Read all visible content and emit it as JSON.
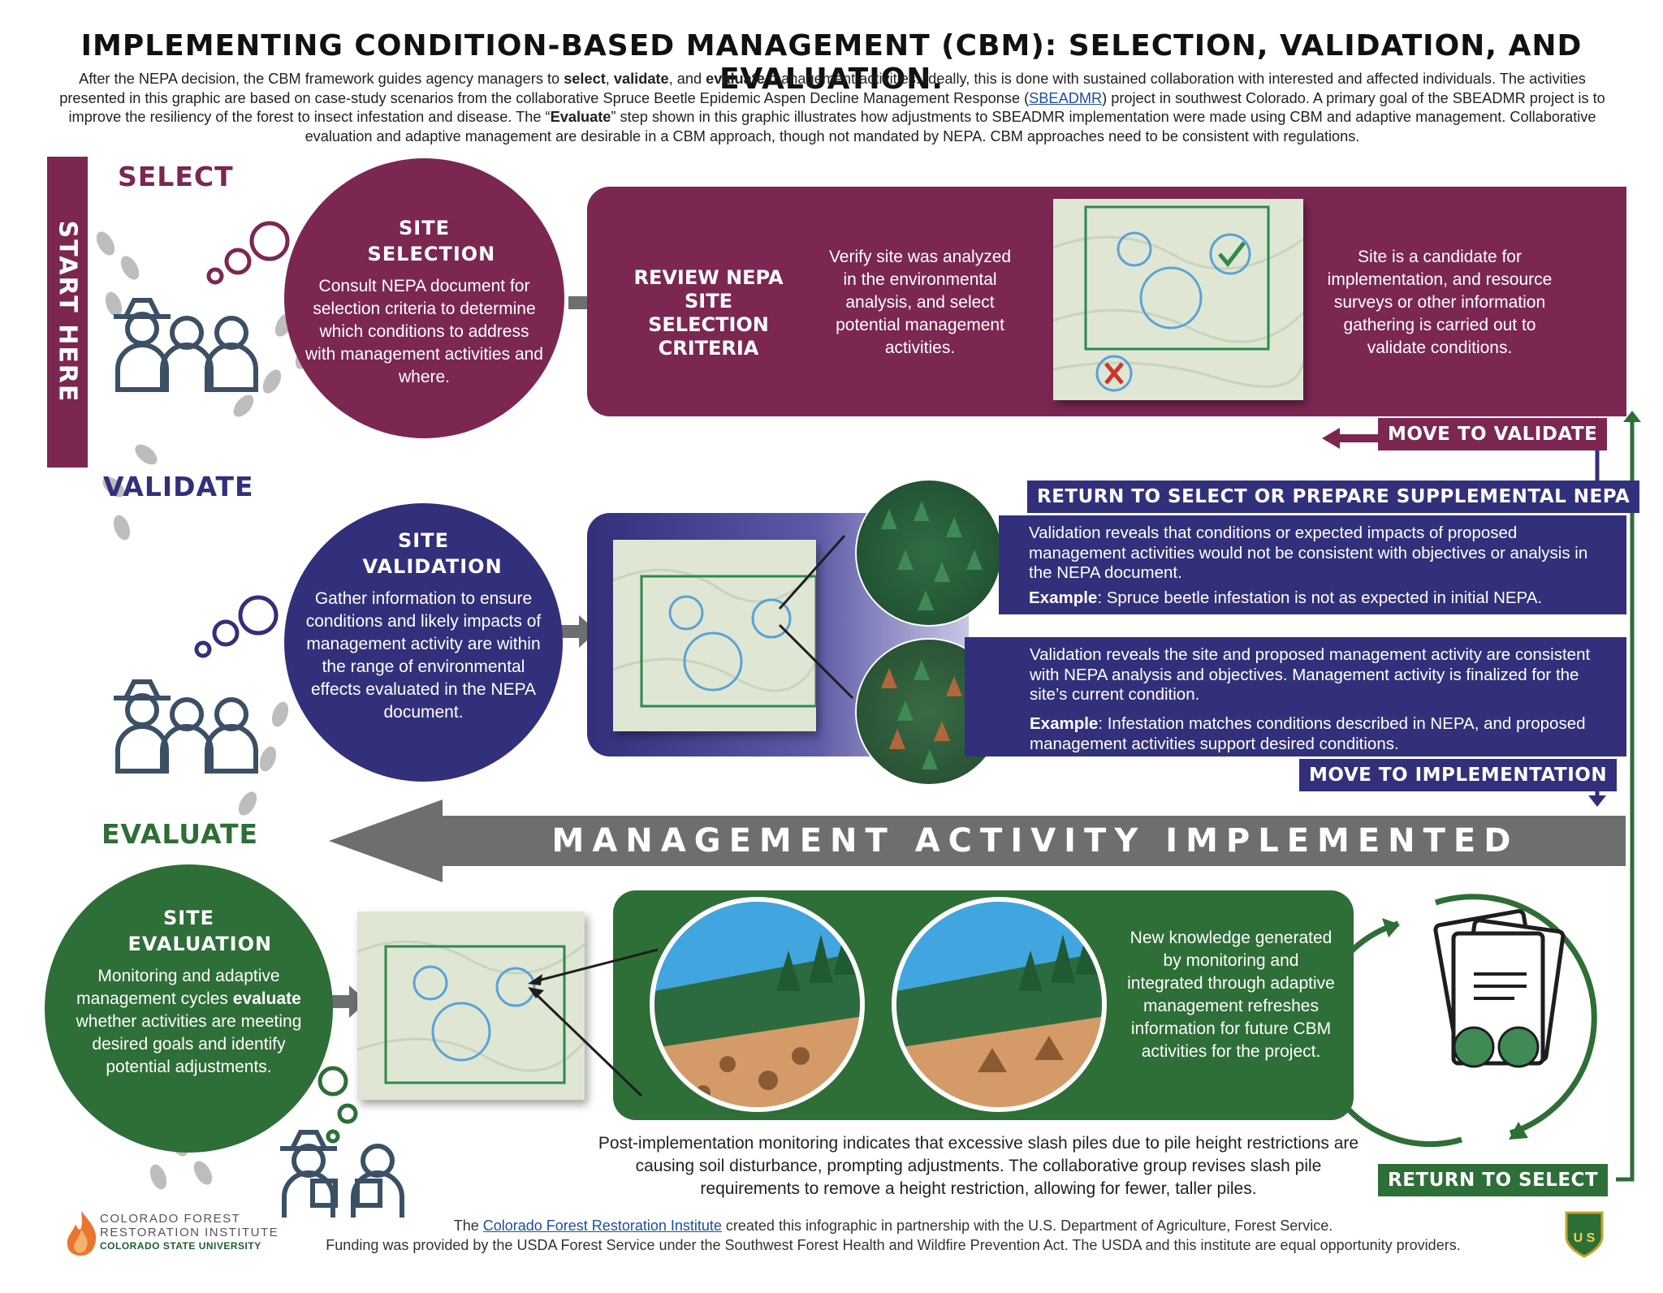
{
  "title": "IMPLEMENTING CONDITION-BASED MANAGEMENT (CBM): SELECTION, VALIDATION, AND EVALUATION.",
  "intro": {
    "p1": "After the NEPA decision, the CBM framework guides agency managers to ",
    "w_select": "select",
    "p2": ", ",
    "w_validate": "validate",
    "p3": ", and ",
    "w_evaluate": "evaluate",
    "p4": " management activities. Ideally, this is done with sustained collaboration with interested and affected individuals. The activities presented in this graphic are based on case-study scenarios from the collaborative Spruce Beetle Epidemic Aspen Decline Management Response (",
    "link": "SBEADMR",
    "p5": ") project in southwest Colorado. A primary goal of the SBEADMR project is to improve the resiliency of the forest to insect infestation and disease. The “",
    "w_eval_quote": "Evaluate",
    "p6": "” step shown in this graphic illustrates how adjustments to SBEADMR implementation were made using CBM and adaptive management. Collaborative evaluation and adaptive management are desirable in a CBM approach, though not mandated by NEPA. CBM approaches need to be consistent with regulations."
  },
  "start_here": "START HERE",
  "select": {
    "label": "SELECT",
    "circle_title": "SITE SELECTION",
    "circle_body": "Consult NEPA document for selection criteria to determine which conditions to address with management activities and where.",
    "review_title": "REVIEW NEPA SITE SELECTION CRITERIA",
    "verify_text": "Verify site was analyzed in the environmental analysis, and select potential management activities.",
    "candidate_text": "Site is a candidate for implementation, and resource surveys or other information gathering is carried out to validate conditions.",
    "move_tag": "MOVE TO VALIDATE"
  },
  "validate": {
    "label": "VALIDATE",
    "circle_title": "SITE VALIDATION",
    "circle_body": "Gather information to ensure conditions and likely impacts of management activity are within the range of environmental effects evaluated in the NEPA document.",
    "return_tag": "RETURN TO SELECT OR PREPARE SUPPLEMENTAL NEPA",
    "case1_text": "Validation reveals that conditions or expected impacts of proposed management activities would not be consistent with objectives or analysis in the NEPA document.",
    "case1_example_label": "Example",
    "case1_example": ": Spruce beetle infestation is not as expected in initial NEPA.",
    "case2_text": "Validation reveals the site and proposed management activity are consistent with NEPA analysis and objectives. Management activity is finalized for the site’s current condition.",
    "case2_example_label": "Example",
    "case2_example": ": Infestation matches conditions described in NEPA, and proposed management activities support desired conditions.",
    "move_tag": "MOVE TO IMPLEMENTATION"
  },
  "implemented_banner": "MANAGEMENT ACTIVITY IMPLEMENTED",
  "evaluate": {
    "label": "EVALUATE",
    "circle_title": "SITE EVALUATION",
    "circle_body_1": "Monitoring and adaptive management cycles ",
    "circle_body_bold": "evaluate",
    "circle_body_2": " whether activities are meeting desired goals and identify potential adjustments.",
    "knowledge_text": "New knowledge generated by monitoring and integrated through adaptive management refreshes information for future CBM activities for the project.",
    "monitoring_text": "Post-implementation monitoring indicates that excessive slash piles due to pile height restrictions are causing soil disturbance, prompting adjustments. The collaborative group revises slash pile requirements to remove a height restriction, allowing for fewer, taller piles.",
    "return_tag": "RETURN TO SELECT"
  },
  "logo": {
    "line1": "COLORADO FOREST",
    "line2": "RESTORATION INSTITUTE",
    "line3": "COLORADO STATE UNIVERSITY"
  },
  "footer": {
    "l1_pre": "The ",
    "l1_link": "Colorado Forest Restoration Institute",
    "l1_post": " created this infographic in partnership with the U.S. Department of Agriculture, Forest Service.",
    "l2": "Funding was provided by the USDA Forest Service under the Southwest Forest Health and Wildfire Prevention Act. The USDA and this institute are equal opportunity providers."
  },
  "badge_text": "U S",
  "colors": {
    "select": "#7b2752",
    "validate": "#32307a",
    "evaluate": "#2e6e37",
    "gray": "#6d6e70",
    "map_rect": "#2c8a4a",
    "map_circle": "#5aa3d6"
  }
}
